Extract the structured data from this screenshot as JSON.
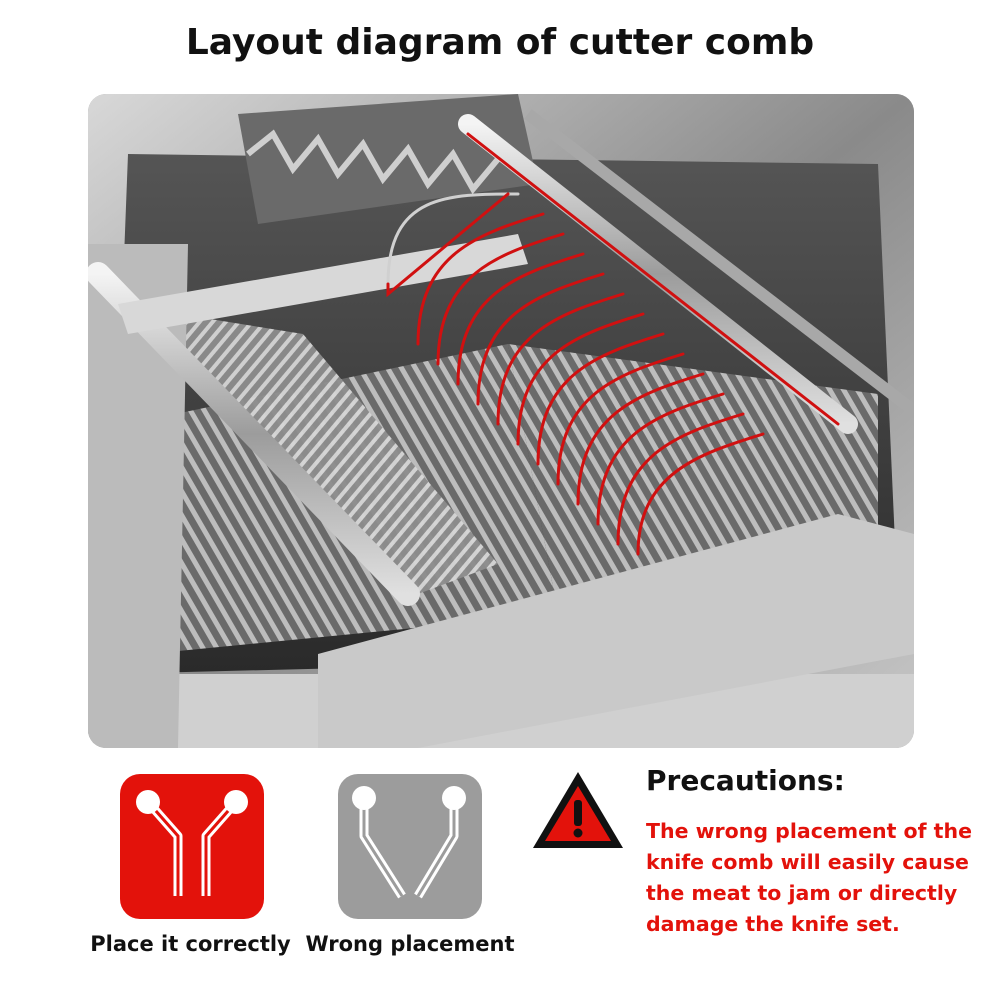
{
  "header": {
    "title": "Layout diagram of cutter comb"
  },
  "icons": {
    "correct": {
      "name": "comb-correct-icon",
      "color": "#e3120b"
    },
    "wrong": {
      "name": "comb-wrong-icon",
      "color": "#9c9c9c"
    },
    "warning": {
      "name": "warning-triangle-icon",
      "color": "#e3120b"
    }
  },
  "captions": {
    "correct": "Place it correctly",
    "wrong": "Wrong placement"
  },
  "precautions": {
    "title": "Precautions:",
    "body": "The wrong placement of the\nknife comb will easily cause\nthe meat to jam or directly\ndamage the knife set."
  }
}
